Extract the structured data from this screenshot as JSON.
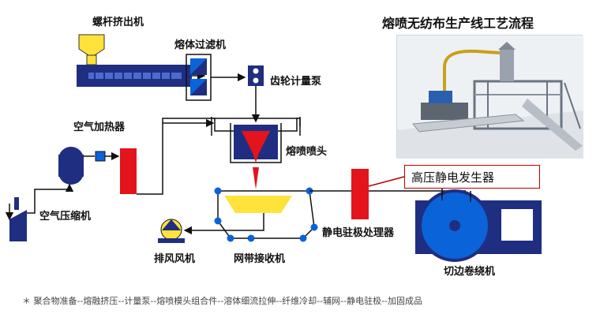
{
  "labels": {
    "extruder": "螺杆挤出机",
    "filter": "熔体过滤机",
    "pump": "齿轮计量泵",
    "heater": "空气加热器",
    "die": "熔喷喷头",
    "compressor": "空气压缩机",
    "collector": "网带接收机",
    "fan": "排风风机",
    "electret": "静电驻极处理器",
    "winder": "切边卷绕机"
  },
  "photo_title": "熔喷无纺布生产线工艺流程",
  "hv_generator": "高压静电发生器",
  "process_chain": "＊ 聚合物准备--熔融挤压--计量泵--熔喷模头组合件--溶体细流拉伸--纤维冷却--辅网--静电驻极--加固成品",
  "colors": {
    "navy": "#1f2e80",
    "blue": "#0a63d8",
    "red": "#e3141b",
    "yellow": "#ffe23a",
    "dark_red": "#c00000"
  }
}
